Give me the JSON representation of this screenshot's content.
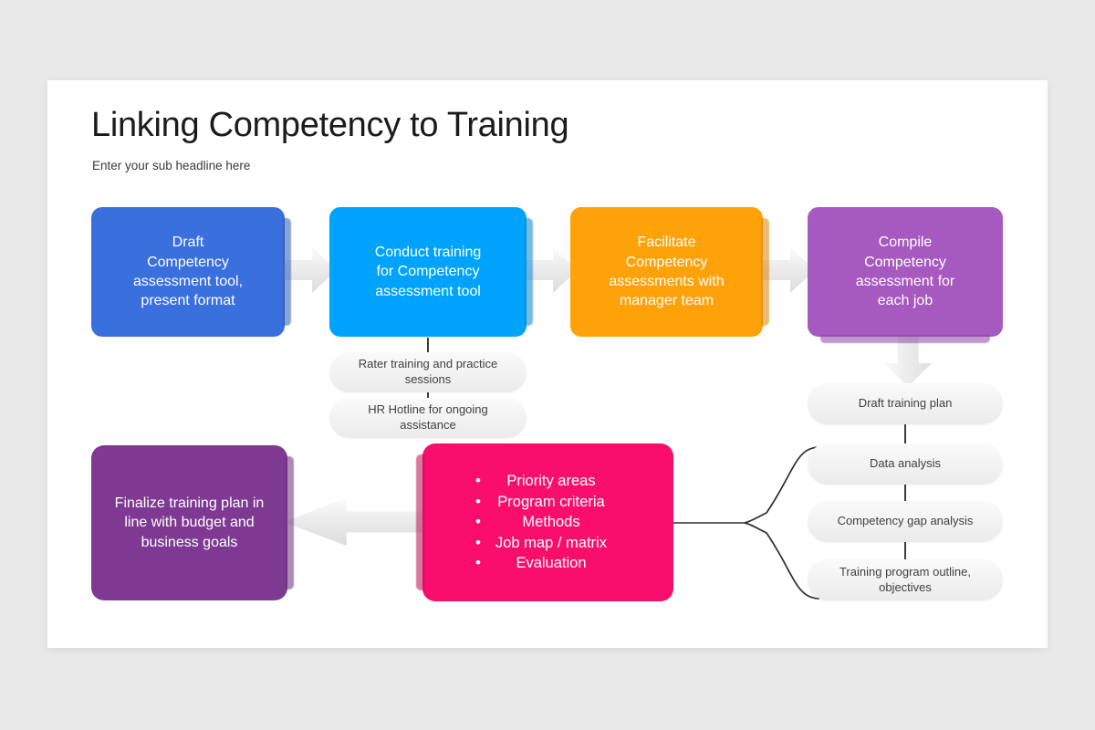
{
  "slide": {
    "title": "Linking Competency to Training",
    "subtitle": "Enter your sub headline here"
  },
  "process_steps": [
    {
      "id": "draft-tool",
      "label": "Draft\nCompetency\nassessment tool,\npresent format",
      "color": "#3a6fde"
    },
    {
      "id": "conduct-train",
      "label": "Conduct training\nfor Competency\nassessment tool",
      "color": "#00a3fc"
    },
    {
      "id": "facilitate",
      "label": "Facilitate\nCompetency\nassessments with\nmanager team",
      "color": "#ffa20a"
    },
    {
      "id": "compile",
      "label": "Compile\nCompetency\nassessment for\neach job",
      "color": "#a659be"
    }
  ],
  "support_notes": [
    {
      "id": "rater-training",
      "label": "Rater training and practice sessions"
    },
    {
      "id": "hr-hotline",
      "label": "HR Hotline for ongoing assistance"
    }
  ],
  "analysis_steps": [
    {
      "id": "draft-plan",
      "label": "Draft training plan"
    },
    {
      "id": "data-analysis",
      "label": "Data analysis"
    },
    {
      "id": "gap-analysis",
      "label": "Competency  gap analysis"
    },
    {
      "id": "program-outline",
      "label": "Training program outline, objectives"
    }
  ],
  "plan_components": {
    "id": "plan-components",
    "color": "#f90f6b",
    "bullets": [
      "Priority areas",
      "Program criteria",
      "Methods",
      "Job map / matrix",
      "Evaluation"
    ]
  },
  "final_step": {
    "id": "finalize-plan",
    "label": "Finalize training plan in line with budget and business goals",
    "color": "#7e3a92"
  },
  "colors": {
    "canvas_background": "#e9e9e9",
    "slide_background": "#ffffff",
    "arrow_gray": "#e6e6e6",
    "pill_gray": "#f2f2f2",
    "connector_line": "#3d3d3d"
  }
}
